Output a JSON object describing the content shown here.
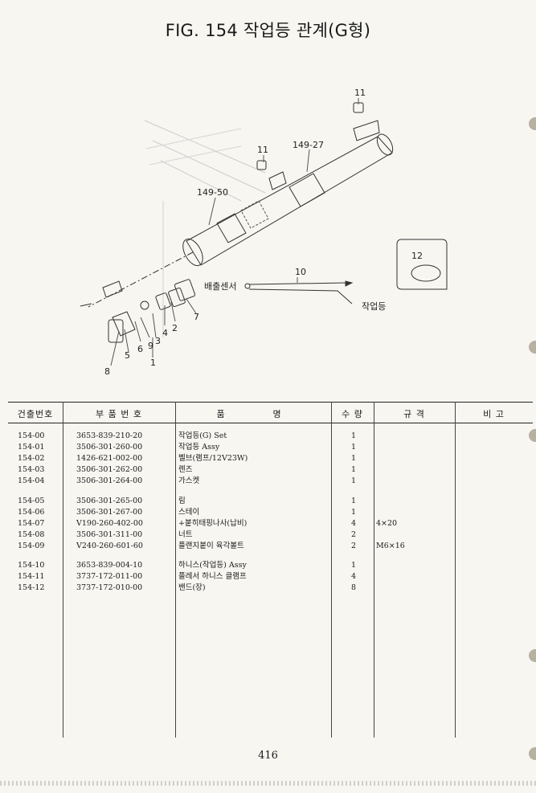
{
  "title": "FIG. 154 작업등 관계(G형)",
  "callouts": {
    "c11a": "11",
    "c11b": "11",
    "c149_27": "149-27",
    "c149_50": "149-50",
    "c10": "10",
    "c12": "12",
    "c8": "8",
    "c5": "5",
    "c6": "6",
    "c9": "9",
    "c3": "3",
    "c4": "4",
    "c2": "2",
    "c1": "1",
    "c7": "7",
    "sensor": "배출센서",
    "worklamp": "작업등"
  },
  "table": {
    "headers": [
      "건출번호",
      "부 품 번 호",
      "품",
      "명",
      "수 량",
      "규 격",
      "비 고"
    ],
    "rows": [
      {
        "code": "154-00",
        "part": "3653-839-210-20",
        "name": "작업등(G) Set",
        "qty": "1",
        "spec": "",
        "note": ""
      },
      {
        "code": "154-01",
        "part": "3506-301-260-00",
        "name": "작업등 Assy",
        "qty": "1",
        "spec": "",
        "note": ""
      },
      {
        "code": "154-02",
        "part": "1426-621-002-00",
        "name": "벨브(램프/12V23W)",
        "qty": "1",
        "spec": "",
        "note": ""
      },
      {
        "code": "154-03",
        "part": "3506-301-262-00",
        "name": "렌즈",
        "qty": "1",
        "spec": "",
        "note": ""
      },
      {
        "code": "154-04",
        "part": "3506-301-264-00",
        "name": "가스켓",
        "qty": "1",
        "spec": "",
        "note": ""
      },
      {
        "code": "154-05",
        "part": "3506-301-265-00",
        "name": "림",
        "qty": "1",
        "spec": "",
        "note": ""
      },
      {
        "code": "154-06",
        "part": "3506-301-267-00",
        "name": "스테이",
        "qty": "1",
        "spec": "",
        "note": ""
      },
      {
        "code": "154-07",
        "part": "V190-260-402-00",
        "name": "+붙히태핑나사(납비)",
        "qty": "4",
        "spec": "4×20",
        "note": ""
      },
      {
        "code": "154-08",
        "part": "3506-301-311-00",
        "name": "너트",
        "qty": "2",
        "spec": "",
        "note": ""
      },
      {
        "code": "154-09",
        "part": "V240-260-601-60",
        "name": "플랜지붙이 육각볼트",
        "qty": "2",
        "spec": "M6×16",
        "note": ""
      },
      {
        "code": "154-10",
        "part": "3653-839-004-10",
        "name": "하니스(작업등) Assy",
        "qty": "1",
        "spec": "",
        "note": ""
      },
      {
        "code": "154-11",
        "part": "3737-172-011-00",
        "name": "플레서 하니스 클램프",
        "qty": "4",
        "spec": "",
        "note": ""
      },
      {
        "code": "154-12",
        "part": "3737-172-010-00",
        "name": "밴드(장)",
        "qty": "8",
        "spec": "",
        "note": ""
      }
    ]
  },
  "page_number": "416"
}
